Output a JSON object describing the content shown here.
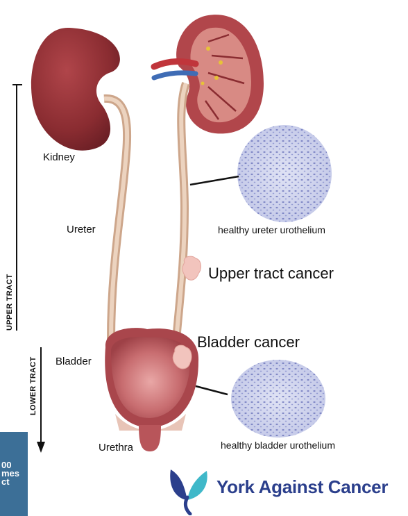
{
  "labels": {
    "kidney": "Kidney",
    "ureter": "Ureter",
    "bladder": "Bladder",
    "urethra": "Urethra",
    "healthy_ureter": "healthy ureter urothelium",
    "healthy_bladder": "healthy bladder urothelium",
    "upper_tract_cancer": "Upper tract cancer",
    "bladder_cancer": "Bladder cancer"
  },
  "axis": {
    "upper": "UPPER TRACT",
    "lower": "LOWER TRACT"
  },
  "badge": {
    "line1": "00",
    "line2": "mes",
    "line3": "ct"
  },
  "logo": {
    "name": "York Against Cancer",
    "colors": {
      "blue": "#2b3f8c",
      "teal": "#3fb8c9"
    }
  },
  "colors": {
    "kidney": "#8f2f34",
    "ureter": "#d9b8a0",
    "bladder": "#b8555a",
    "tumor": "#f2c4bd",
    "tissue": "#9aa3d6"
  }
}
